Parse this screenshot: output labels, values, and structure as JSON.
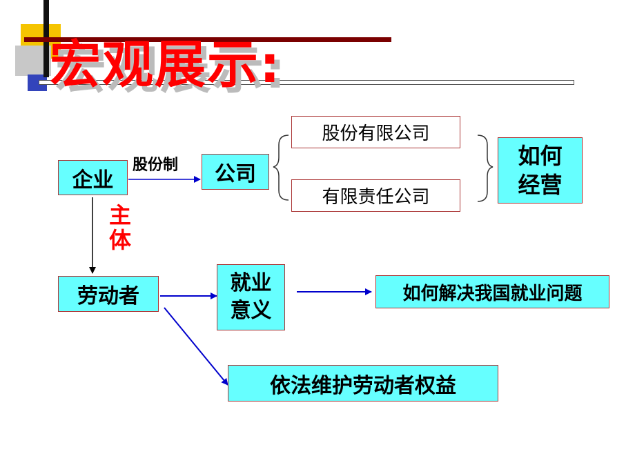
{
  "slide": {
    "title": "宏观展示:",
    "colors": {
      "title_red": "#ff0000",
      "box_cyan": "#66ffff",
      "arrow_blue": "#0000cc",
      "bar_darkred": "#7a0000",
      "label_red": "#ff0000"
    }
  },
  "nodes": {
    "enterprise": "企业",
    "company": "公司",
    "joint_stock": "股份有限公司",
    "limited_liability": "有限责任公司",
    "how_operate": "如何经营",
    "laborer": "劳动者",
    "employment_meaning": "就业意义",
    "solve_employment": "如何解决我国就业问题",
    "protect_rights": "依法维护劳动者权益"
  },
  "labels": {
    "shareholding": "股份制",
    "subject": "主体"
  }
}
